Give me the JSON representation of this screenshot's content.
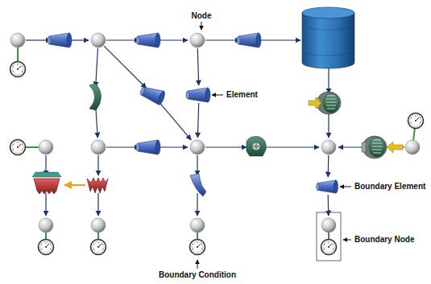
{
  "diagram": {
    "labels": [
      "Node",
      "Element",
      "Boundary Element",
      "Boundary Node",
      "Boundary Condition"
    ]
  }
}
